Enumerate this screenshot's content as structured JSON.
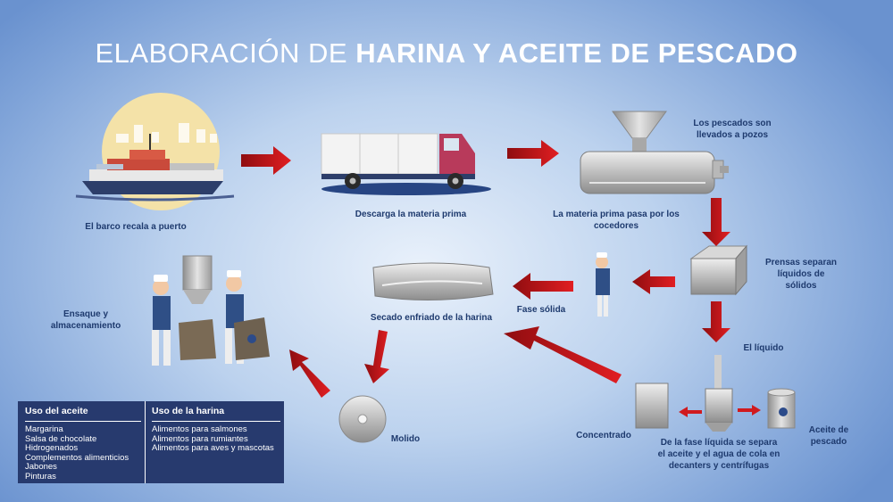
{
  "title": {
    "light": "ELABORACIÓN DE ",
    "bold": "HARINA Y ACEITE DE PESCADO"
  },
  "steps": {
    "barco": "El barco recala a puerto",
    "descarga": "Descarga la materia prima",
    "pozos": "Los pescados son llevados  a pozos",
    "cocedores": "La materia prima pasa por los cocedores",
    "prensas": "Prensas separan líquidos de sólidos",
    "liquido": "El  líquido",
    "fase_solida": "Fase sólida",
    "secado": "Secado enfriado de la harina",
    "ensaque": "Ensaque y almacenamiento",
    "molido": "Molido",
    "concentrado": "Concentrado",
    "separacion": "De la fase líquida se separa el aceite y el agua de cola en decanters y centrífugas",
    "aceite": "Aceite de pescado"
  },
  "uses": {
    "oil_header": "Uso del aceite",
    "flour_header": "Uso de la harina",
    "oil_items": [
      "Margarina",
      "Salsa de chocolate",
      "Hidrogenados",
      "Complementos alimenticios",
      "Jabones",
      "Pinturas"
    ],
    "flour_items": [
      "Alimentos para salmones",
      "Alimentos para rumiantes",
      "Alimentos para aves y mascotas"
    ]
  },
  "colors": {
    "arrow": "#d01a1e",
    "label": "#1e3a6e",
    "table_bg": "#273a6e",
    "sun": "#f4e2a8"
  }
}
